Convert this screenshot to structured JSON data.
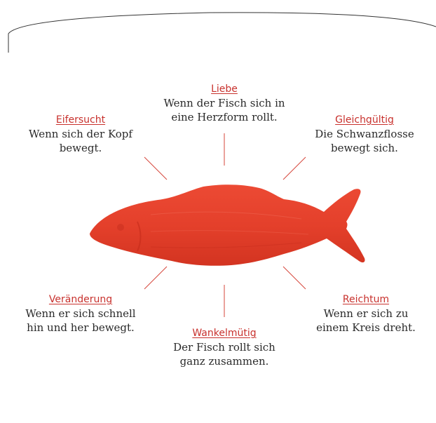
{
  "colors": {
    "accent": "#c8312d",
    "fish": "#e8412d",
    "fish_dark": "#c92d1e",
    "line": "#d6453a",
    "text": "#2a2a2a"
  },
  "callouts": [
    {
      "key": "liebe",
      "title": "Liebe",
      "lines": [
        "Wenn der Fisch sich in",
        "eine Herzform rollt."
      ]
    },
    {
      "key": "eifersucht",
      "title": "Eifersucht",
      "lines": [
        "Wenn sich der Kopf",
        "bewegt."
      ]
    },
    {
      "key": "gleichgueltig",
      "title": "Gleichgültig",
      "lines": [
        "Die Schwanzflosse",
        "bewegt sich."
      ]
    },
    {
      "key": "veraenderung",
      "title": "Veränderung",
      "lines": [
        "Wenn er sich schnell",
        "hin und her bewegt."
      ]
    },
    {
      "key": "reichtum",
      "title": "Reichtum",
      "lines": [
        "Wenn er sich zu",
        "einem Kreis dreht."
      ]
    },
    {
      "key": "wankelmuetig",
      "title": "Wankelmütig",
      "lines": [
        "Der Fisch rollt sich",
        "ganz zusammen."
      ]
    }
  ]
}
